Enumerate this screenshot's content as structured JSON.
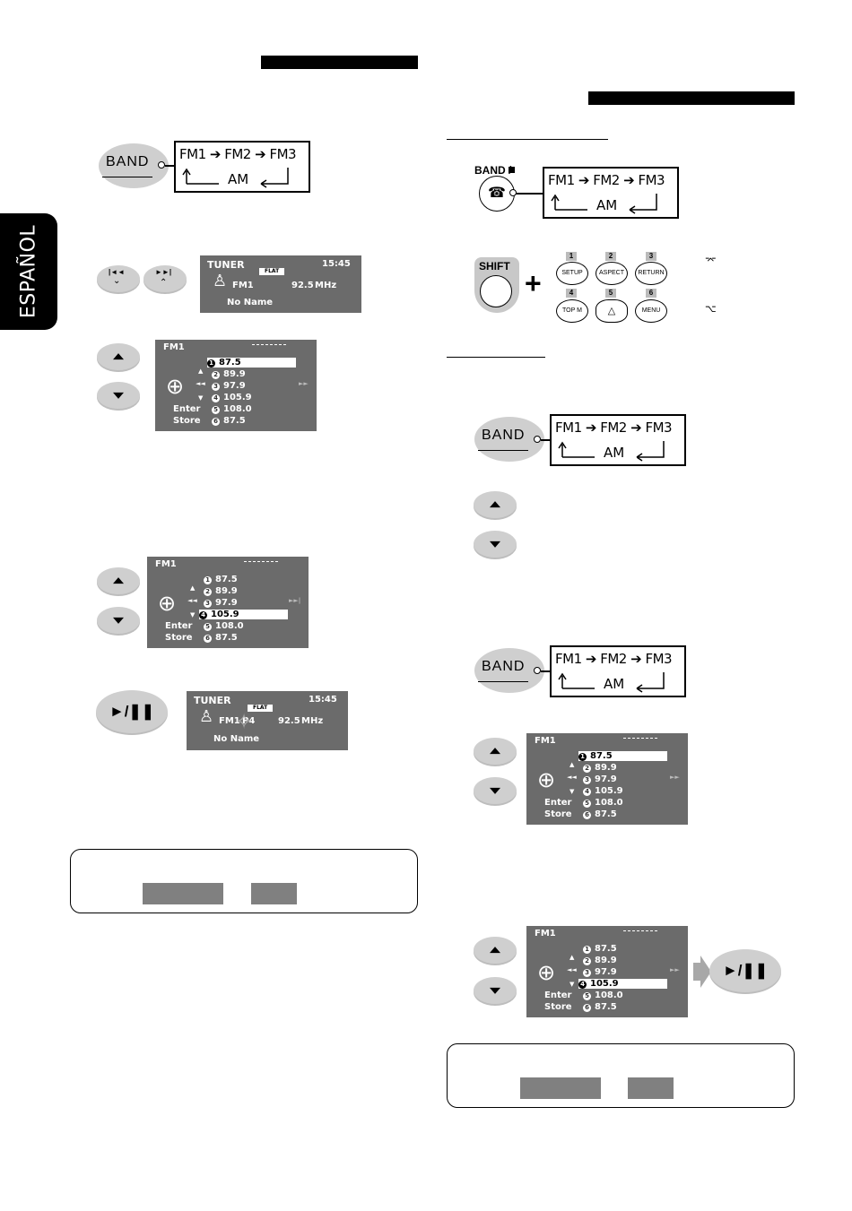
{
  "side_tab": {
    "label": "ESPAÑOL"
  },
  "band_cycle": {
    "fm1": "FM1",
    "fm2": "FM2",
    "fm3": "FM3",
    "am": "AM"
  },
  "band_button": {
    "label": "BAND"
  },
  "remote_band": {
    "label": "BAND /"
  },
  "shift_button": {
    "label": "SHIFT"
  },
  "plus_sign": "+",
  "remote_keys": [
    {
      "num": "1",
      "label": "SETUP"
    },
    {
      "num": "2",
      "label": "ASPECT"
    },
    {
      "num": "3",
      "label": "RETURN"
    },
    {
      "num": "4",
      "label": "TOP M"
    },
    {
      "num": "5",
      "label": "△"
    },
    {
      "num": "6",
      "label": "MENU"
    }
  ],
  "play_pause": {
    "label": "►/❚❚"
  },
  "seek": {
    "prev": "|◄◄",
    "next": "►►|"
  },
  "tuner_display": {
    "title": "TUNER",
    "flat": "FLAT",
    "time": "15:45",
    "band": "FM1",
    "freq": "92.5",
    "unit": "MHz",
    "name": "No Name",
    "preset_tag": "P4"
  },
  "preset_list": {
    "band": "FM1",
    "enter": "Enter",
    "store": "Store",
    "presets": [
      {
        "n": "1",
        "f": "87.5"
      },
      {
        "n": "2",
        "f": "89.9"
      },
      {
        "n": "3",
        "f": "97.9"
      },
      {
        "n": "4",
        "f": "105.9"
      },
      {
        "n": "5",
        "f": "108.0"
      },
      {
        "n": "6",
        "f": "87.5"
      }
    ]
  }
}
